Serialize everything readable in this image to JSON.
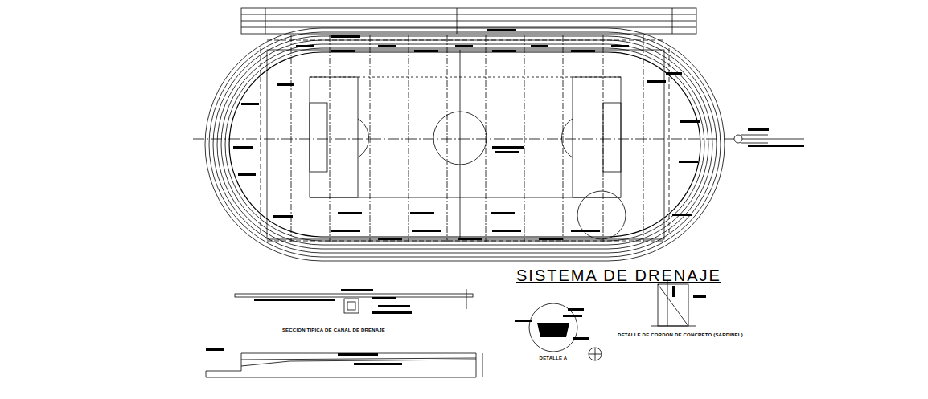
{
  "diagram": {
    "title": "SISTEMA DE DRENAJE",
    "labels": [
      "SECCION TIPICA DE CANAL DE DRENAJE",
      "DETALLE A",
      "DETALLE DE CORDON DE CONCRETO (SARDINEL)"
    ]
  }
}
